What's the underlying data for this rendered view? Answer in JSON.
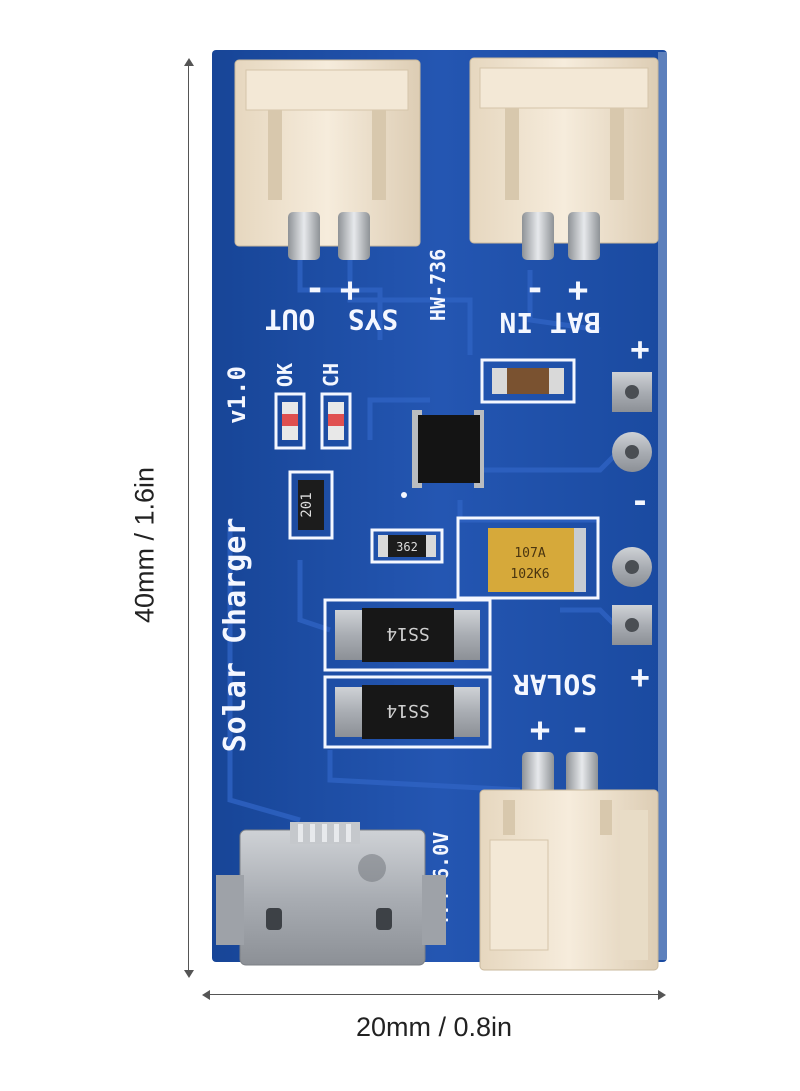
{
  "dimensions": {
    "height_label": "40mm / 1.6in",
    "width_label": "20mm / 0.8in"
  },
  "board": {
    "model": "HW-736",
    "labels": {
      "out": "OUT",
      "sys": "SYS",
      "bat_in": "BAT IN",
      "version": "v1.0",
      "ok": "OK",
      "ch": "CH",
      "solar_charger": "Solar Charger",
      "voltage": "4.4-6.0V",
      "solar": "SOLAR",
      "minus": "-",
      "plus": "+"
    },
    "components": {
      "resistor_1": "201",
      "resistor_2": "362",
      "capacitor_1": "107A",
      "capacitor_2": "102K6",
      "diode_1": "SS14",
      "diode_2": "SS14"
    },
    "colors": {
      "pcb": "#1f4fa8",
      "connector": "#efe3cf"
    }
  }
}
